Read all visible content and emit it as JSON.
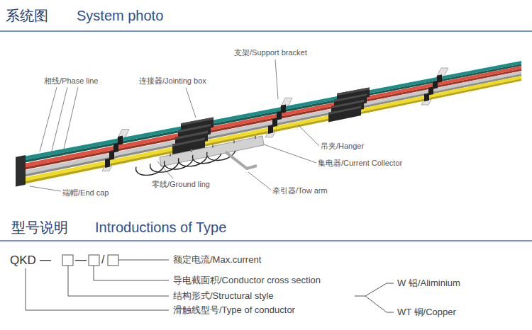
{
  "diagram": {
    "labels": [
      "系统图",
      "System photo",
      "支架/Support bracket",
      "相线/Phase line",
      "连接器/Jointing box",
      "吊夹/Hanger",
      "集电器/Current Collector",
      "零线/Ground ling",
      "端帽/End cap",
      "牵引器/Tow arm",
      "型号说明",
      "Introductions of Type",
      "QKD",
      "—",
      "—",
      "/",
      "额定电流/Max.current",
      "导电截面积/Conductor cross section",
      "结构形式/Structural style",
      "滑触线型号/Type of conductor",
      "W 铝/Aliminium",
      "WT 铜/Copper"
    ]
  }
}
